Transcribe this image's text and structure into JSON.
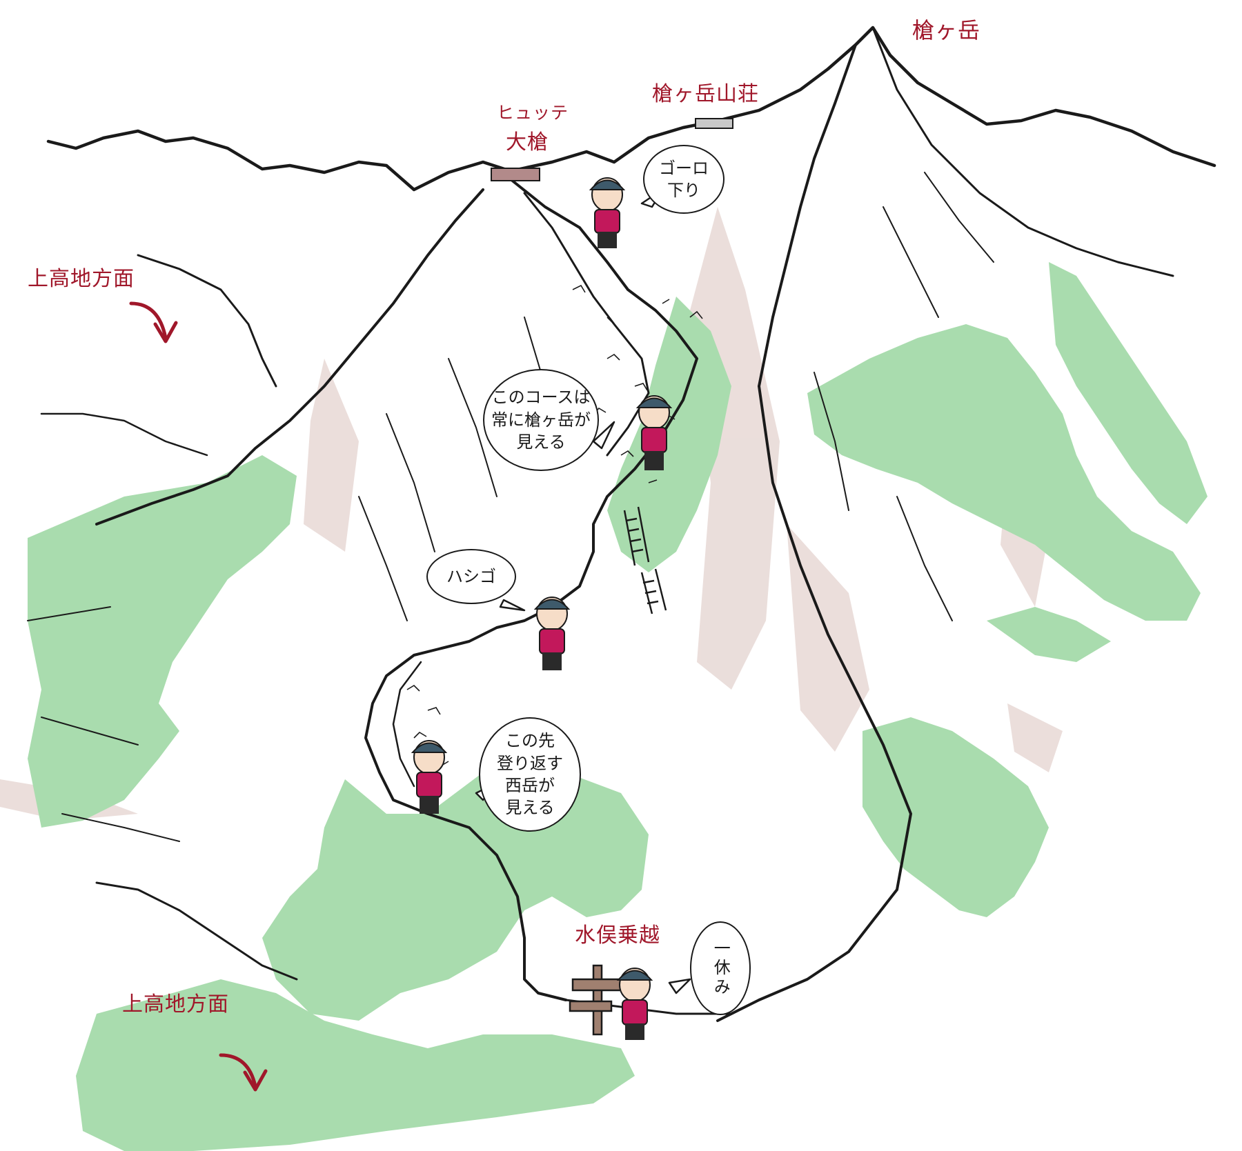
{
  "labels": {
    "yarigatake": "槍ヶ岳",
    "yarigatake_sanso": "槍ヶ岳山荘",
    "hutte_oyari_1": "ヒュッテ",
    "hutte_oyari_2": "大槍",
    "kamikochi_upper": "上高地方面",
    "kamikochi_lower": "上高地方面",
    "mizumata_norikoshi": "水俣乗越"
  },
  "bubbles": {
    "goro": "ゴーロ\n下り",
    "course": "このコースは\n常に槍ヶ岳が\n見える",
    "hashigo": "ハシゴ",
    "nishidake": "この先\n登り返す\n西岳が\n見える",
    "rest": "一休み"
  },
  "colors": {
    "label_red": "#a0172a",
    "forest_green": "#a9dcae",
    "hiker_jacket": "#c2185b",
    "hiker_cap": "#3e5a6b",
    "rock_shadow": "#dcc8c2",
    "ink": "#1a1a1a"
  },
  "icons": {
    "arrow_upper": "curved-arrow-down-right-icon",
    "arrow_lower": "curved-arrow-down-right-icon",
    "hut": "hut-icon",
    "signpost": "signpost-icon",
    "ladder": "ladder-icon"
  }
}
